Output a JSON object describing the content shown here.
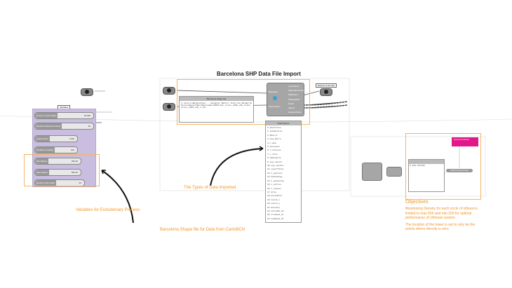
{
  "variables": {
    "title": "Variables",
    "sliders": [
      {
        "label": "Circle to Circle Offset",
        "value": "20.000"
      },
      {
        "label": "Random Placement Seed",
        "value": "29"
      },
      {
        "label": "Scale Factor",
        "value": "1.000"
      },
      {
        "label": "Number of Circles",
        "value": "100"
      },
      {
        "label": "Min Radius",
        "value": "200.00"
      },
      {
        "label": "Max Radius",
        "value": "500.00"
      },
      {
        "label": "Random Size Seed",
        "value": "34"
      }
    ]
  },
  "annotations": {
    "variables": "Variables for Evolutionary Process",
    "types": "The Types of Data Imported",
    "shape": "Barcelona Shape file for Data from CartoBCN"
  },
  "import": {
    "title": "Barcelona SHP Data File Import",
    "shape_panel_title": "Barcelona Shape file",
    "shape_path": "C:\\Users\\AB\\Desktop\\...\\Digital Matter Tech\\llm_3D\\WorldSeriesSandy\\Map\\Downloads\\0865\\bcn_illes_ed50_shp_1\\bcn_illes_ed50_shp_1.shx",
    "inputs": [
      "Boundary",
      "ShpLocation"
    ],
    "outputs": [
      "LayerName",
      "ShpFeatureCount",
      "ShpExtent",
      "ShpSpatRef",
      "Fields",
      "Values",
      "FeaturePoints"
    ],
    "extents_label": "Extents of the File"
  },
  "fields": {
    "title": "Field Names",
    "items": [
      "0 districte",
      "1 subdistric",
      "2 dbarri",
      "3 nom_barri",
      "4 c_aeb",
      "5 censsecc",
      "6 c_illesec",
      "7 c_illa",
      "8 habitacle",
      "9 sup_constr",
      "10 sup_locals",
      "11 superficie",
      "12 n_parcels",
      "13 habitatge",
      "14 n_parquing",
      "15 n_altres",
      "16 n_locals",
      "17 area",
      "18 perimeter",
      "19 coord_x",
      "20 coord_y",
      "21 density",
      "22 cartodb_id",
      "23 created_at",
      "24 updated_at"
    ]
  },
  "objectives": {
    "panel_value": "0 224.311760",
    "relay_label": "Maximising Density",
    "genome_label": "Genome Fitness",
    "title": "Objectives",
    "bullets": [
      "Maximising Density for each circle of influence, limited to max 550 and min 200 for optimal performance of chitosan system",
      "The location of the tower is set to only be the points where density is zero"
    ]
  }
}
